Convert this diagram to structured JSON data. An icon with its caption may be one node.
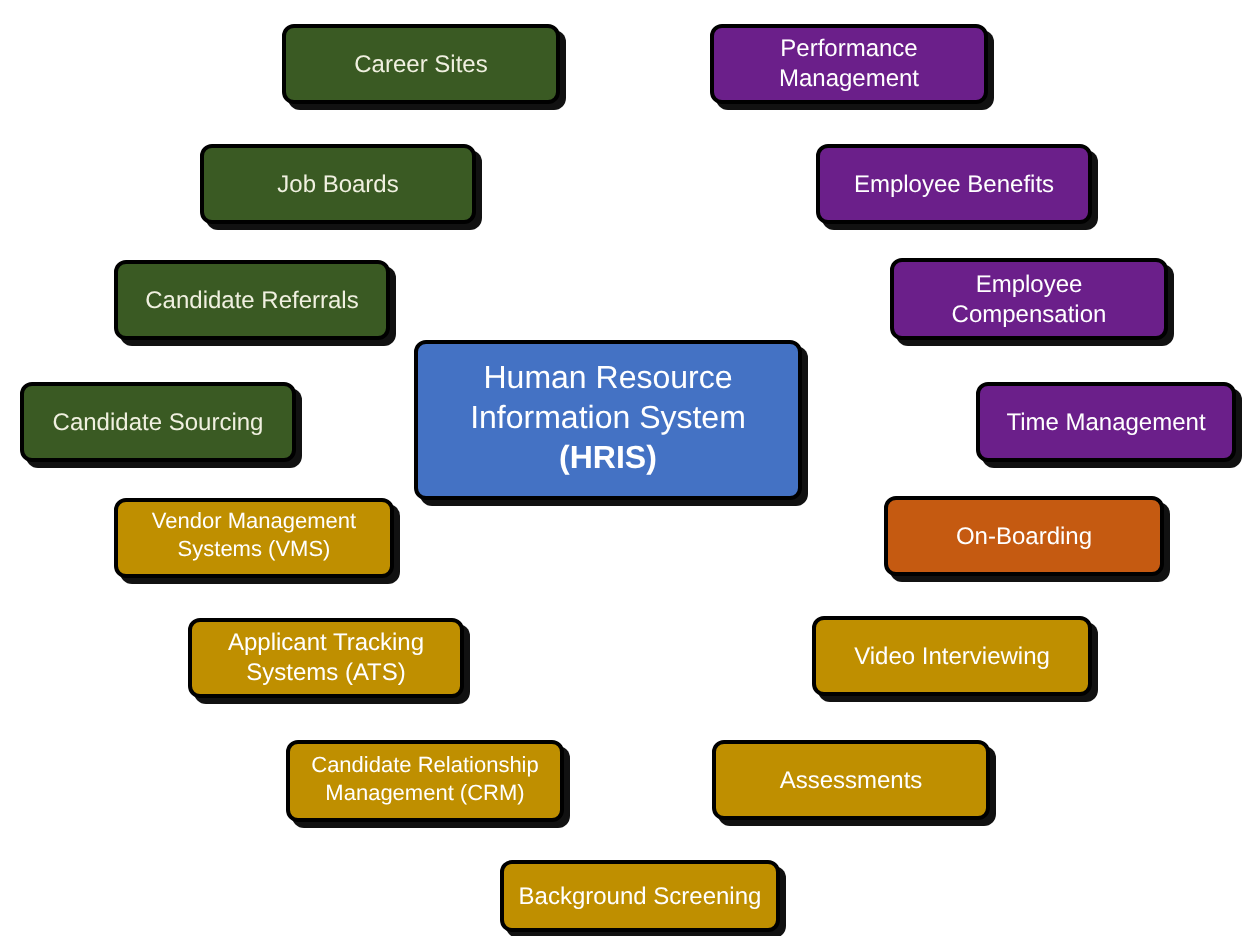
{
  "diagram": {
    "nodes": [
      {
        "text": [
          "Human Resource Information System",
          "(HRIS)"
        ]
      },
      {
        "text": [
          "Career Sites"
        ]
      },
      {
        "text": [
          "Job Boards"
        ]
      },
      {
        "text": [
          "Candidate Referrals"
        ]
      },
      {
        "text": [
          "Candidate Sourcing"
        ]
      },
      {
        "text": [
          "Vendor Management Systems (VMS)"
        ]
      },
      {
        "text": [
          "Applicant Tracking Systems (ATS)"
        ]
      },
      {
        "text": [
          "Candidate Relationship Management (CRM)"
        ]
      },
      {
        "text": [
          "Performance Management"
        ]
      },
      {
        "text": [
          "Employee Benefits"
        ]
      },
      {
        "text": [
          "Employee Compensation"
        ]
      },
      {
        "text": [
          "Time Management"
        ]
      },
      {
        "text": [
          "On-Boarding"
        ]
      },
      {
        "text": [
          "Video Interviewing"
        ]
      },
      {
        "text": [
          "Assessments"
        ]
      },
      {
        "text": [
          "Background Screening"
        ]
      }
    ]
  }
}
